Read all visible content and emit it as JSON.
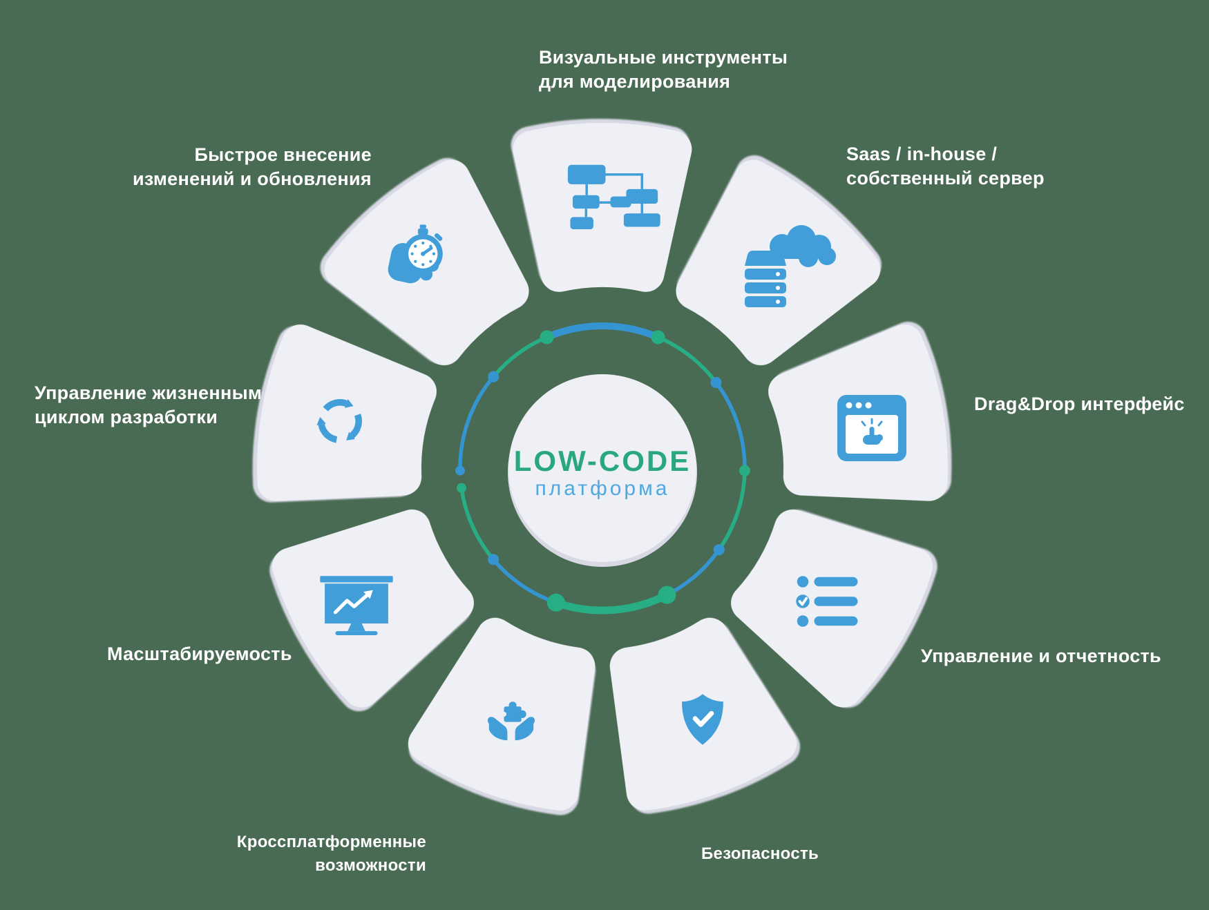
{
  "colors": {
    "background": "#4A6B53",
    "wedge": "#EEF0F5",
    "wedge_shadow": "#D8D9E5",
    "icon_blue": "#419ED9",
    "ring_blue": "#3595D2",
    "ring_green": "#27AE85",
    "title_green": "#29A87E",
    "subtitle_blue": "#4FA8DF",
    "label_white": "#FFFFFF"
  },
  "center": {
    "title": "LOW-CODE",
    "subtitle": "платформа"
  },
  "segments": [
    {
      "id": "visual-modeling",
      "icon": "flowchart-icon",
      "label_lines": [
        "Визуальные инструменты",
        "для моделирования"
      ]
    },
    {
      "id": "saas-inhouse",
      "icon": "cloud-server-icon",
      "label_lines": [
        "Saas / in-house /",
        "собственный сервер"
      ]
    },
    {
      "id": "drag-drop",
      "icon": "window-click-icon",
      "label_lines": [
        "Drag&Drop интерфейс"
      ]
    },
    {
      "id": "management-reporting",
      "icon": "checklist-icon",
      "label_lines": [
        "Управление и отчетность"
      ]
    },
    {
      "id": "security",
      "icon": "shield-check-icon",
      "label_lines": [
        "Безопасность"
      ]
    },
    {
      "id": "cross-platform",
      "icon": "hands-puzzle-icon",
      "label_lines": [
        "Кроссплатформенные",
        "возможности"
      ]
    },
    {
      "id": "scalability",
      "icon": "monitor-chart-icon",
      "label_lines": [
        "Масштабируемость"
      ]
    },
    {
      "id": "lifecycle",
      "icon": "cycle-arrows-icon",
      "label_lines": [
        "Управление жизненным",
        "циклом разработки"
      ]
    },
    {
      "id": "fast-changes",
      "icon": "stopwatch-hand-icon",
      "label_lines": [
        "Быстрое внесение",
        "изменений и обновления"
      ]
    }
  ]
}
